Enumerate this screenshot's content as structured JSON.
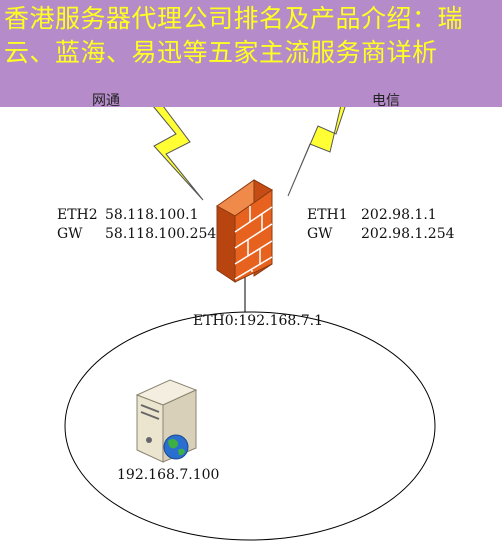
{
  "banner": {
    "title": "香港服务器代理公司排名及产品介绍：瑞云、蓝海、易迅等五家主流服务商详析",
    "background": "#b58bc9",
    "text_color": "#ffff22"
  },
  "diagram": {
    "cloud_left_label": "网通",
    "cloud_right_label": "电信",
    "firewall_icon": "firewall-icon",
    "server_icon": "server-icon",
    "globe_icon": "globe-icon",
    "lightning_icon": "lightning-icon",
    "eth2": {
      "key": "ETH2",
      "value": "58.118.100.1"
    },
    "gw_left": {
      "key": "GW",
      "value": "58.118.100.254"
    },
    "eth1": {
      "key": "ETH1",
      "value": "202.98.1.1"
    },
    "gw_right": {
      "key": "GW",
      "value": "202.98.1.254"
    },
    "eth0": "ETH0:192.168.7.1",
    "server_ip": "192.168.7.100",
    "colors": {
      "firewall": "#e8621f",
      "lightning": "#ffff33",
      "cloud": "#4a2a6a"
    }
  }
}
